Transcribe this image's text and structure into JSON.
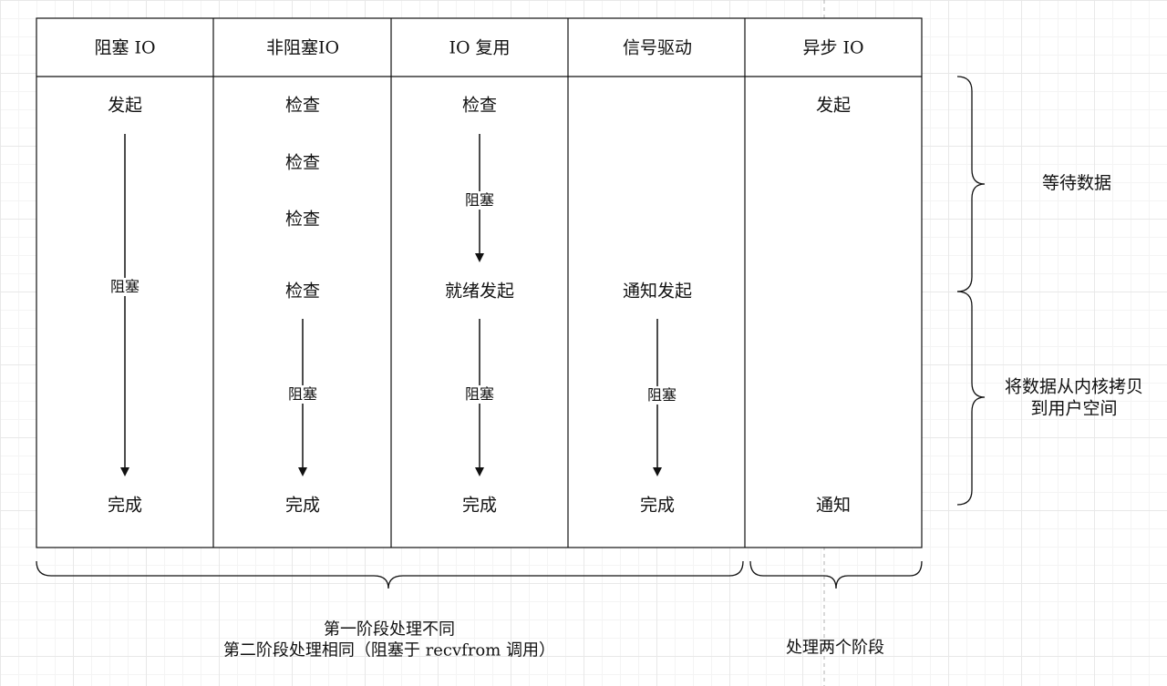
{
  "headers": [
    "阻塞 IO",
    "非阻塞IO",
    "IO 复用",
    "信号驱动",
    "异步 IO"
  ],
  "columns": {
    "blocking": {
      "start": "发起",
      "block": "阻塞",
      "done": "完成"
    },
    "nonblocking": {
      "checks": [
        "检查",
        "检查",
        "检查",
        "检查"
      ],
      "block": "阻塞",
      "done": "完成"
    },
    "multiplexing": {
      "check": "检查",
      "block1": "阻塞",
      "ready": "就绪发起",
      "block2": "阻塞",
      "done": "完成"
    },
    "signal": {
      "notify": "通知发起",
      "block": "阻塞",
      "done": "完成"
    },
    "async": {
      "start": "发起",
      "notify": "通知"
    }
  },
  "phases": {
    "wait": "等待数据",
    "copy_line1": "将数据从内核拷贝",
    "copy_line2": "到用户空间"
  },
  "footer": {
    "first_line1": "第一阶段处理不同",
    "first_line2": "第二阶段处理相同（阻塞于 recvfrom 调用）",
    "async": "处理两个阶段"
  }
}
